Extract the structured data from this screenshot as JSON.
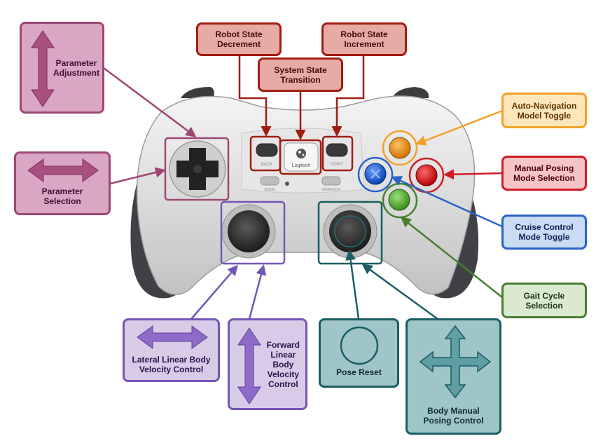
{
  "labels": {
    "robot_state_decrement": "Robot State\nDecrement",
    "robot_state_increment": "Robot State\nIncrement",
    "system_state_transition": "System State\nTransition",
    "parameter_adjustment": "Parameter\nAdjustment",
    "parameter_selection": "Parameter\nSelection",
    "auto_navigation": "Auto-Navigation\nModel Toggle",
    "manual_posing_mode": "Manual Posing\nMode Selection",
    "cruise_control": "Cruise Control\nMode Toggle",
    "gait_cycle": "Gait Cycle\nSelection",
    "lateral_velocity": "Lateral Linear Body\nVelocity Control",
    "forward_velocity": "Forward\nLinear\nBody\nVelocity\nControl",
    "pose_reset": "Pose Reset",
    "body_manual_posing": "Body Manual\nPosing Control"
  },
  "controller": {
    "brand": "Logitech",
    "back_label": "BACK",
    "start_label": "START",
    "mode_label": "MODE",
    "vibration_label": "VIBRATION"
  },
  "colors": {
    "red": "#a01d12",
    "pink": "#9b4875",
    "purple": "#7556b6",
    "teal": "#195e63",
    "orange": "#f2a12a",
    "rose": "#d01c25",
    "blue": "#2a63c6",
    "green": "#4a7f2f"
  },
  "icons": {
    "parameter_adjustment": "vertical-double-arrow-icon",
    "parameter_selection": "horizontal-double-arrow-icon",
    "lateral_velocity": "horizontal-double-arrow-icon",
    "forward_velocity": "vertical-double-arrow-icon",
    "pose_reset": "circle-icon",
    "body_manual_posing": "four-way-arrow-icon"
  }
}
